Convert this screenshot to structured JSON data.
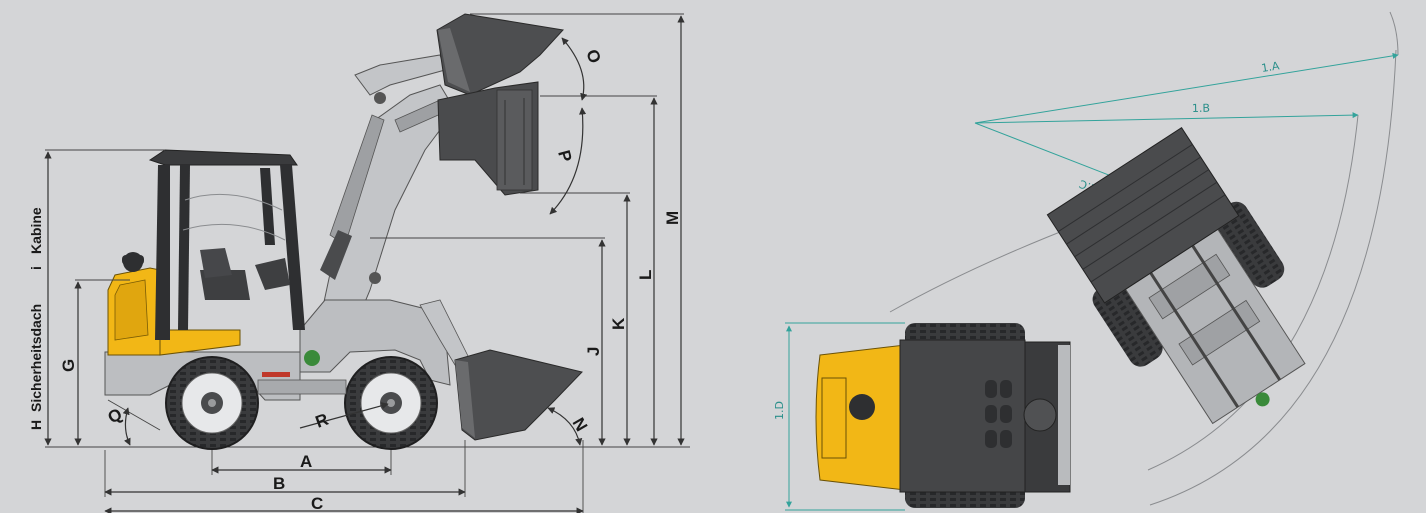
{
  "side_view": {
    "labels": {
      "A": "A",
      "B": "B",
      "C": "C",
      "G": "G",
      "H": "H",
      "J": "J",
      "K": "K",
      "L": "L",
      "M": "M",
      "N": "N",
      "O": "O",
      "P": "P",
      "Q": "Q",
      "R": "R"
    },
    "vertical_caption_h": "Sicherheitsdach",
    "vertical_caption_i_letter": "i",
    "vertical_caption_i": "Kabine"
  },
  "top_view": {
    "labels": {
      "t1A": "1.A",
      "t1B": "1.B",
      "t1C": "1.C",
      "t1D": "1.D"
    }
  },
  "colors": {
    "background": "#d4d5d7",
    "machine_yellow": "#f2b716",
    "machine_gray": "#b9bbbe",
    "dark": "#2e2f31",
    "dimension_teal": "#33a39b"
  }
}
